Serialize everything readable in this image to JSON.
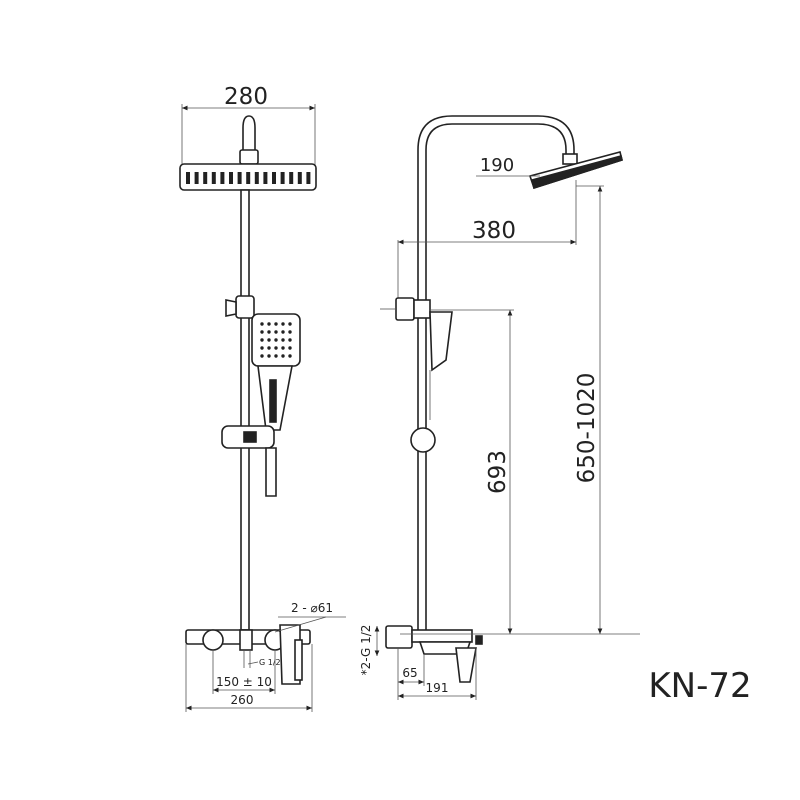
{
  "front_view": {
    "width_head": "280",
    "connections": "2 - ⌀61",
    "thread_small": "G 1/2",
    "spacing": "150 ± 10",
    "width_mixer": "260"
  },
  "side_view": {
    "head_diameter": "190",
    "arm_projection": "380",
    "height_total": "650-1020",
    "height_holder": "693",
    "thread": "*2-G 1/2",
    "depth_small": "65",
    "depth_mixer": "191"
  },
  "model": "KN-72"
}
